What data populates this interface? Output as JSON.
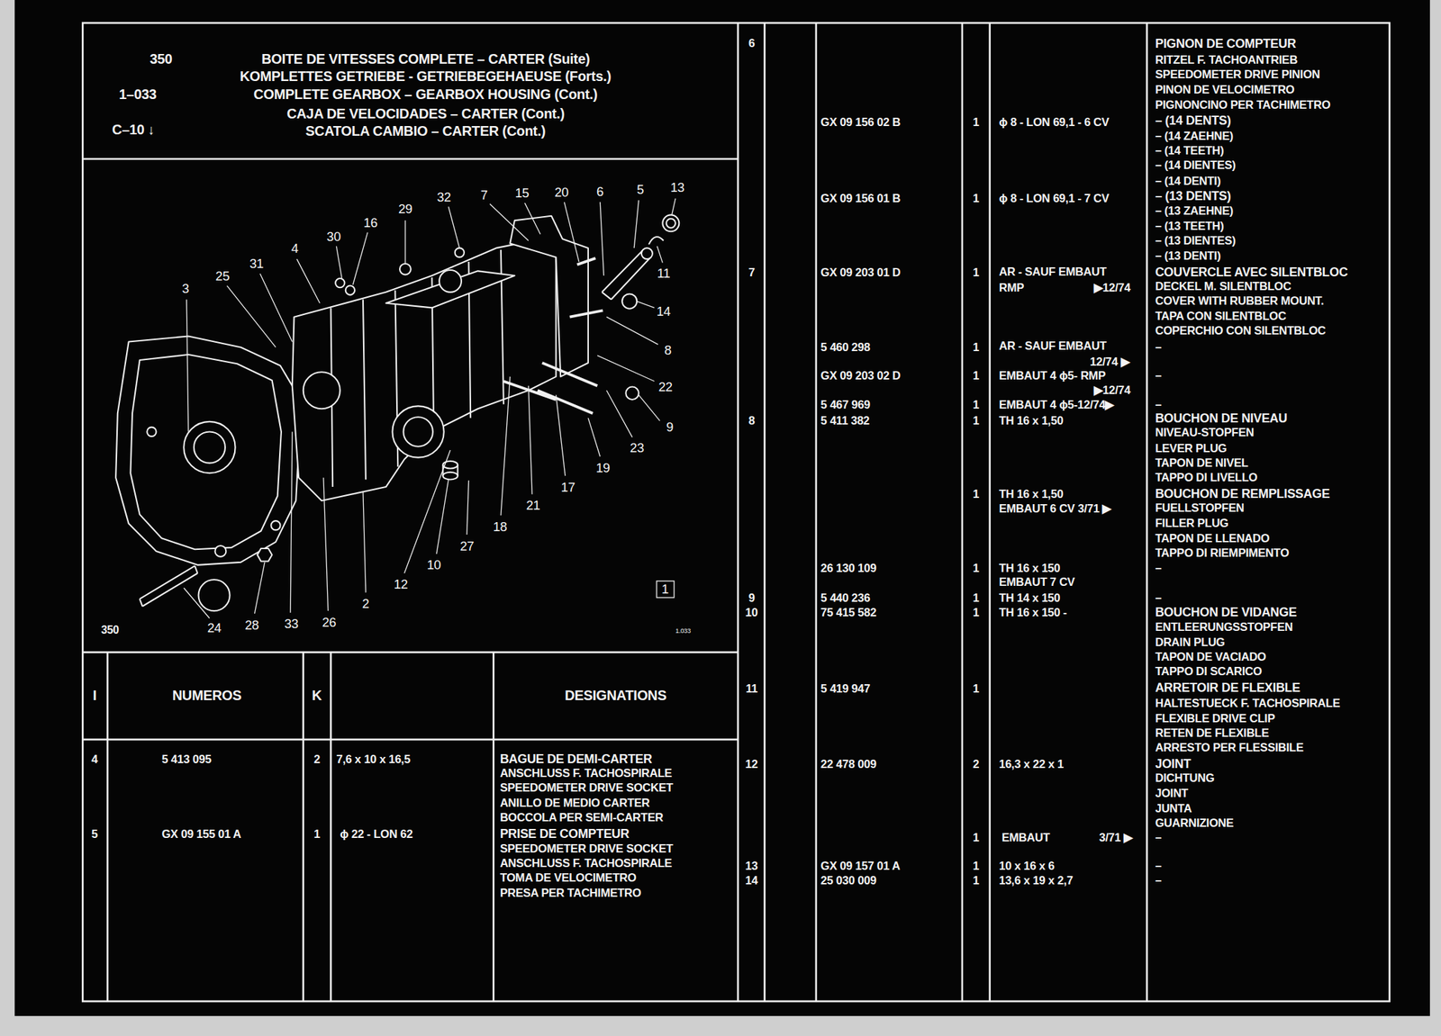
{
  "diagram": {
    "title": "BOITE DE VITESSES COMPLETE – CARTER (Suite)",
    "nodes": [
      {
        "text": [
          "1"
        ]
      }
    ],
    "labels": [
      "350",
      "1–033",
      "C–10 ↓",
      "KOMPLETTES GETRIEBE - GETRIEBEGEHAEUSE (Forts.)",
      "COMPLETE GEARBOX – GEARBOX HOUSING (Cont.)",
      "CAJA DE VELOCIDADES – CARTER (Cont.)",
      "SCATOLA CAMBIO – CARTER (Cont.)",
      "350",
      "1.033",
      "3",
      "25",
      "31",
      "4",
      "30",
      "16",
      "29",
      "32",
      "7",
      "15",
      "20",
      "6",
      "5",
      "13",
      "11",
      "14",
      "8",
      "22",
      "9",
      "23",
      "19",
      "17",
      "21",
      "18",
      "27",
      "10",
      "12",
      "2",
      "26",
      "33",
      "28",
      "24",
      "I",
      "NUMEROS",
      "K",
      "DESIGNATIONS",
      "4",
      "5 413 095",
      "2",
      "7,6 x 10 x 16,5",
      "BAGUE DE DEMI-CARTER",
      "ANSCHLUSS F. TACHOSPIRALE",
      "SPEEDOMETER DRIVE SOCKET",
      "ANILLO DE MEDIO CARTER",
      "BOCCOLA PER SEMI-CARTER",
      "5",
      "GX 09 155 01 A",
      "1",
      "ϕ 22 - LON 62",
      "PRISE DE COMPTEUR",
      "SPEEDOMETER DRIVE SOCKET",
      "ANSCHLUSS F. TACHOSPIRALE",
      "TOMA DE VELOCIMETRO",
      "PRESA PER TACHIMETRO",
      "6",
      "GX 09 156 02 B",
      "1",
      "ϕ 8 - LON 69,1 - 6 CV",
      "GX 09 156 01 B",
      "1",
      "ϕ 8 - LON 69,1 - 7 CV",
      "7",
      "GX 09 203 01 D",
      "1",
      "AR - SAUF EMBAUT",
      "RMP",
      "▶12/74",
      "5 460 298",
      "1",
      "AR - SAUF EMBAUT",
      "12/74 ▶",
      "GX 09 203 02 D",
      "1",
      "EMBAUT 4 ϕ5- RMP",
      "▶12/74",
      "5 467 969",
      "1",
      "EMBAUT 4 ϕ5-12/74▶",
      "8",
      "5 411 382",
      "1",
      "TH 16 x 1,50",
      "1",
      "TH 16 x 1,50",
      "EMBAUT 6 CV 3/71 ▶",
      "26 130 109",
      "1",
      "TH 16 x 150",
      "EMBAUT 7 CV",
      "9",
      "5 440 236",
      "1",
      "TH 14 x 150",
      "10",
      "75 415 582",
      "1",
      "TH 16 x 150 -",
      "11",
      "5 419 947",
      "1",
      "12",
      "22 478 009",
      "2",
      "16,3 x 22 x 1",
      "1",
      "EMBAUT",
      "3/71 ▶",
      "13",
      "GX 09 157 01 A",
      "1",
      "10 x 16 x 6",
      "14",
      "25 030 009",
      "1",
      "13,6 x 19 x 2,7",
      "PIGNON DE COMPTEUR",
      "RITZEL F. TACHOANTRIEB",
      "SPEEDOMETER DRIVE PINION",
      "PINON DE VELOCIMETRO",
      "PIGNONCINO PER TACHIMETRO",
      "– (14 DENTS)",
      "– (14 ZAEHNE)",
      "– (14 TEETH)",
      "– (14 DIENTES)",
      "– (14 DENTI)",
      "– (13 DENTS)",
      "– (13 ZAEHNE)",
      "– (13 TEETH)",
      "– (13 DIENTES)",
      "– (13 DENTI)",
      "COUVERCLE AVEC SILENTBLOC",
      "DECKEL M. SILENTBLOC",
      "COVER WITH RUBBER MOUNT.",
      "TAPA CON SILENTBLOC",
      "COPERCHIO CON SILENTBLOC",
      "–",
      "–",
      "–",
      "BOUCHON DE NIVEAU",
      "NIVEAU-STOPFEN",
      "LEVER PLUG",
      "TAPON DE NIVEL",
      "TAPPO DI LIVELLO",
      "BOUCHON DE REMPLISSAGE",
      "FUELLSTOPFEN",
      "FILLER PLUG",
      "TAPON DE LLENADO",
      "TAPPO DI RIEMPIMENTO",
      "–",
      "–",
      "BOUCHON DE VIDANGE",
      "ENTLEERUNGSSTOPFEN",
      "DRAIN PLUG",
      "TAPON DE VACIADO",
      "TAPPO DI SCARICO",
      "ARRETOIR DE FLEXIBLE",
      "HALTESTUECK F. TACHOSPIRALE",
      "FLEXIBLE DRIVE CLIP",
      "RETEN DE FLEXIBLE",
      "ARRESTO PER FLESSIBILE",
      "JOINT",
      "DICHTUNG",
      "JOINT",
      "JUNTA",
      "GUARNIZIONE",
      "–",
      "–",
      "–"
    ]
  }
}
